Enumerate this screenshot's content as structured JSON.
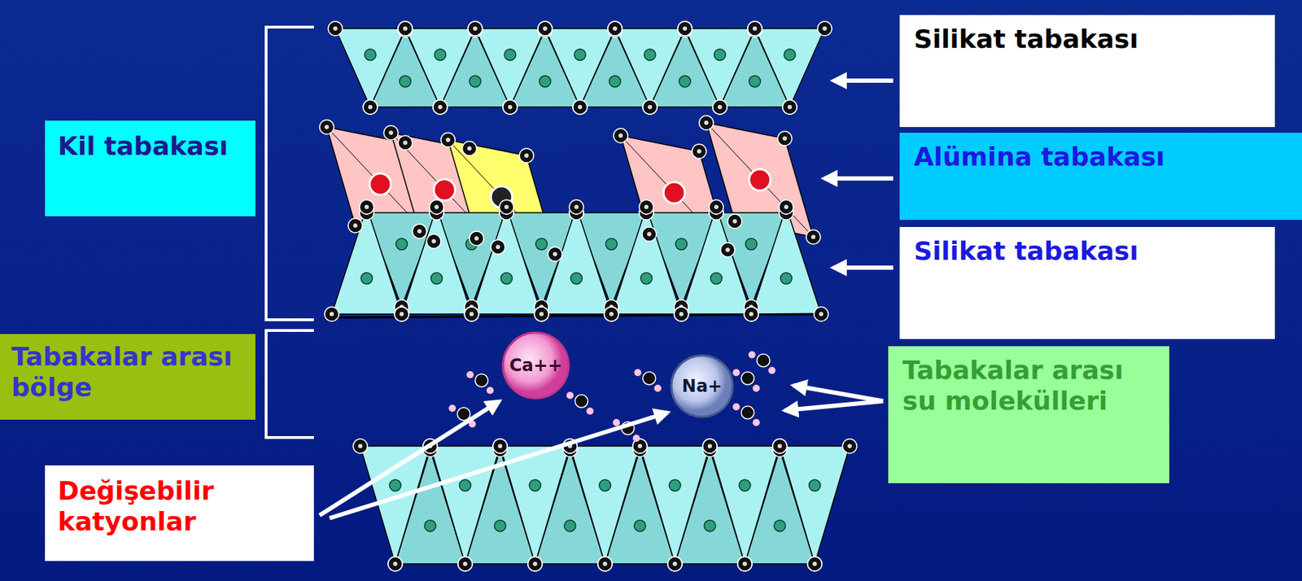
{
  "diagram": {
    "nodes": [
      {
        "text": [
          "Silikat tabakası"
        ]
      },
      {
        "text": [
          "Kil tabakası"
        ]
      },
      {
        "text": [
          "Alümina tabakası"
        ]
      },
      {
        "text": [
          "Silikat tabakası"
        ]
      },
      {
        "text": [
          "Tabakalar arası bölge"
        ]
      },
      {
        "text": [
          "Tabakalar arası su molekülleri"
        ]
      },
      {
        "text": [
          "Değişebilir katyonlar"
        ]
      }
    ],
    "labels": [
      "Ca++",
      "Na+"
    ]
  }
}
